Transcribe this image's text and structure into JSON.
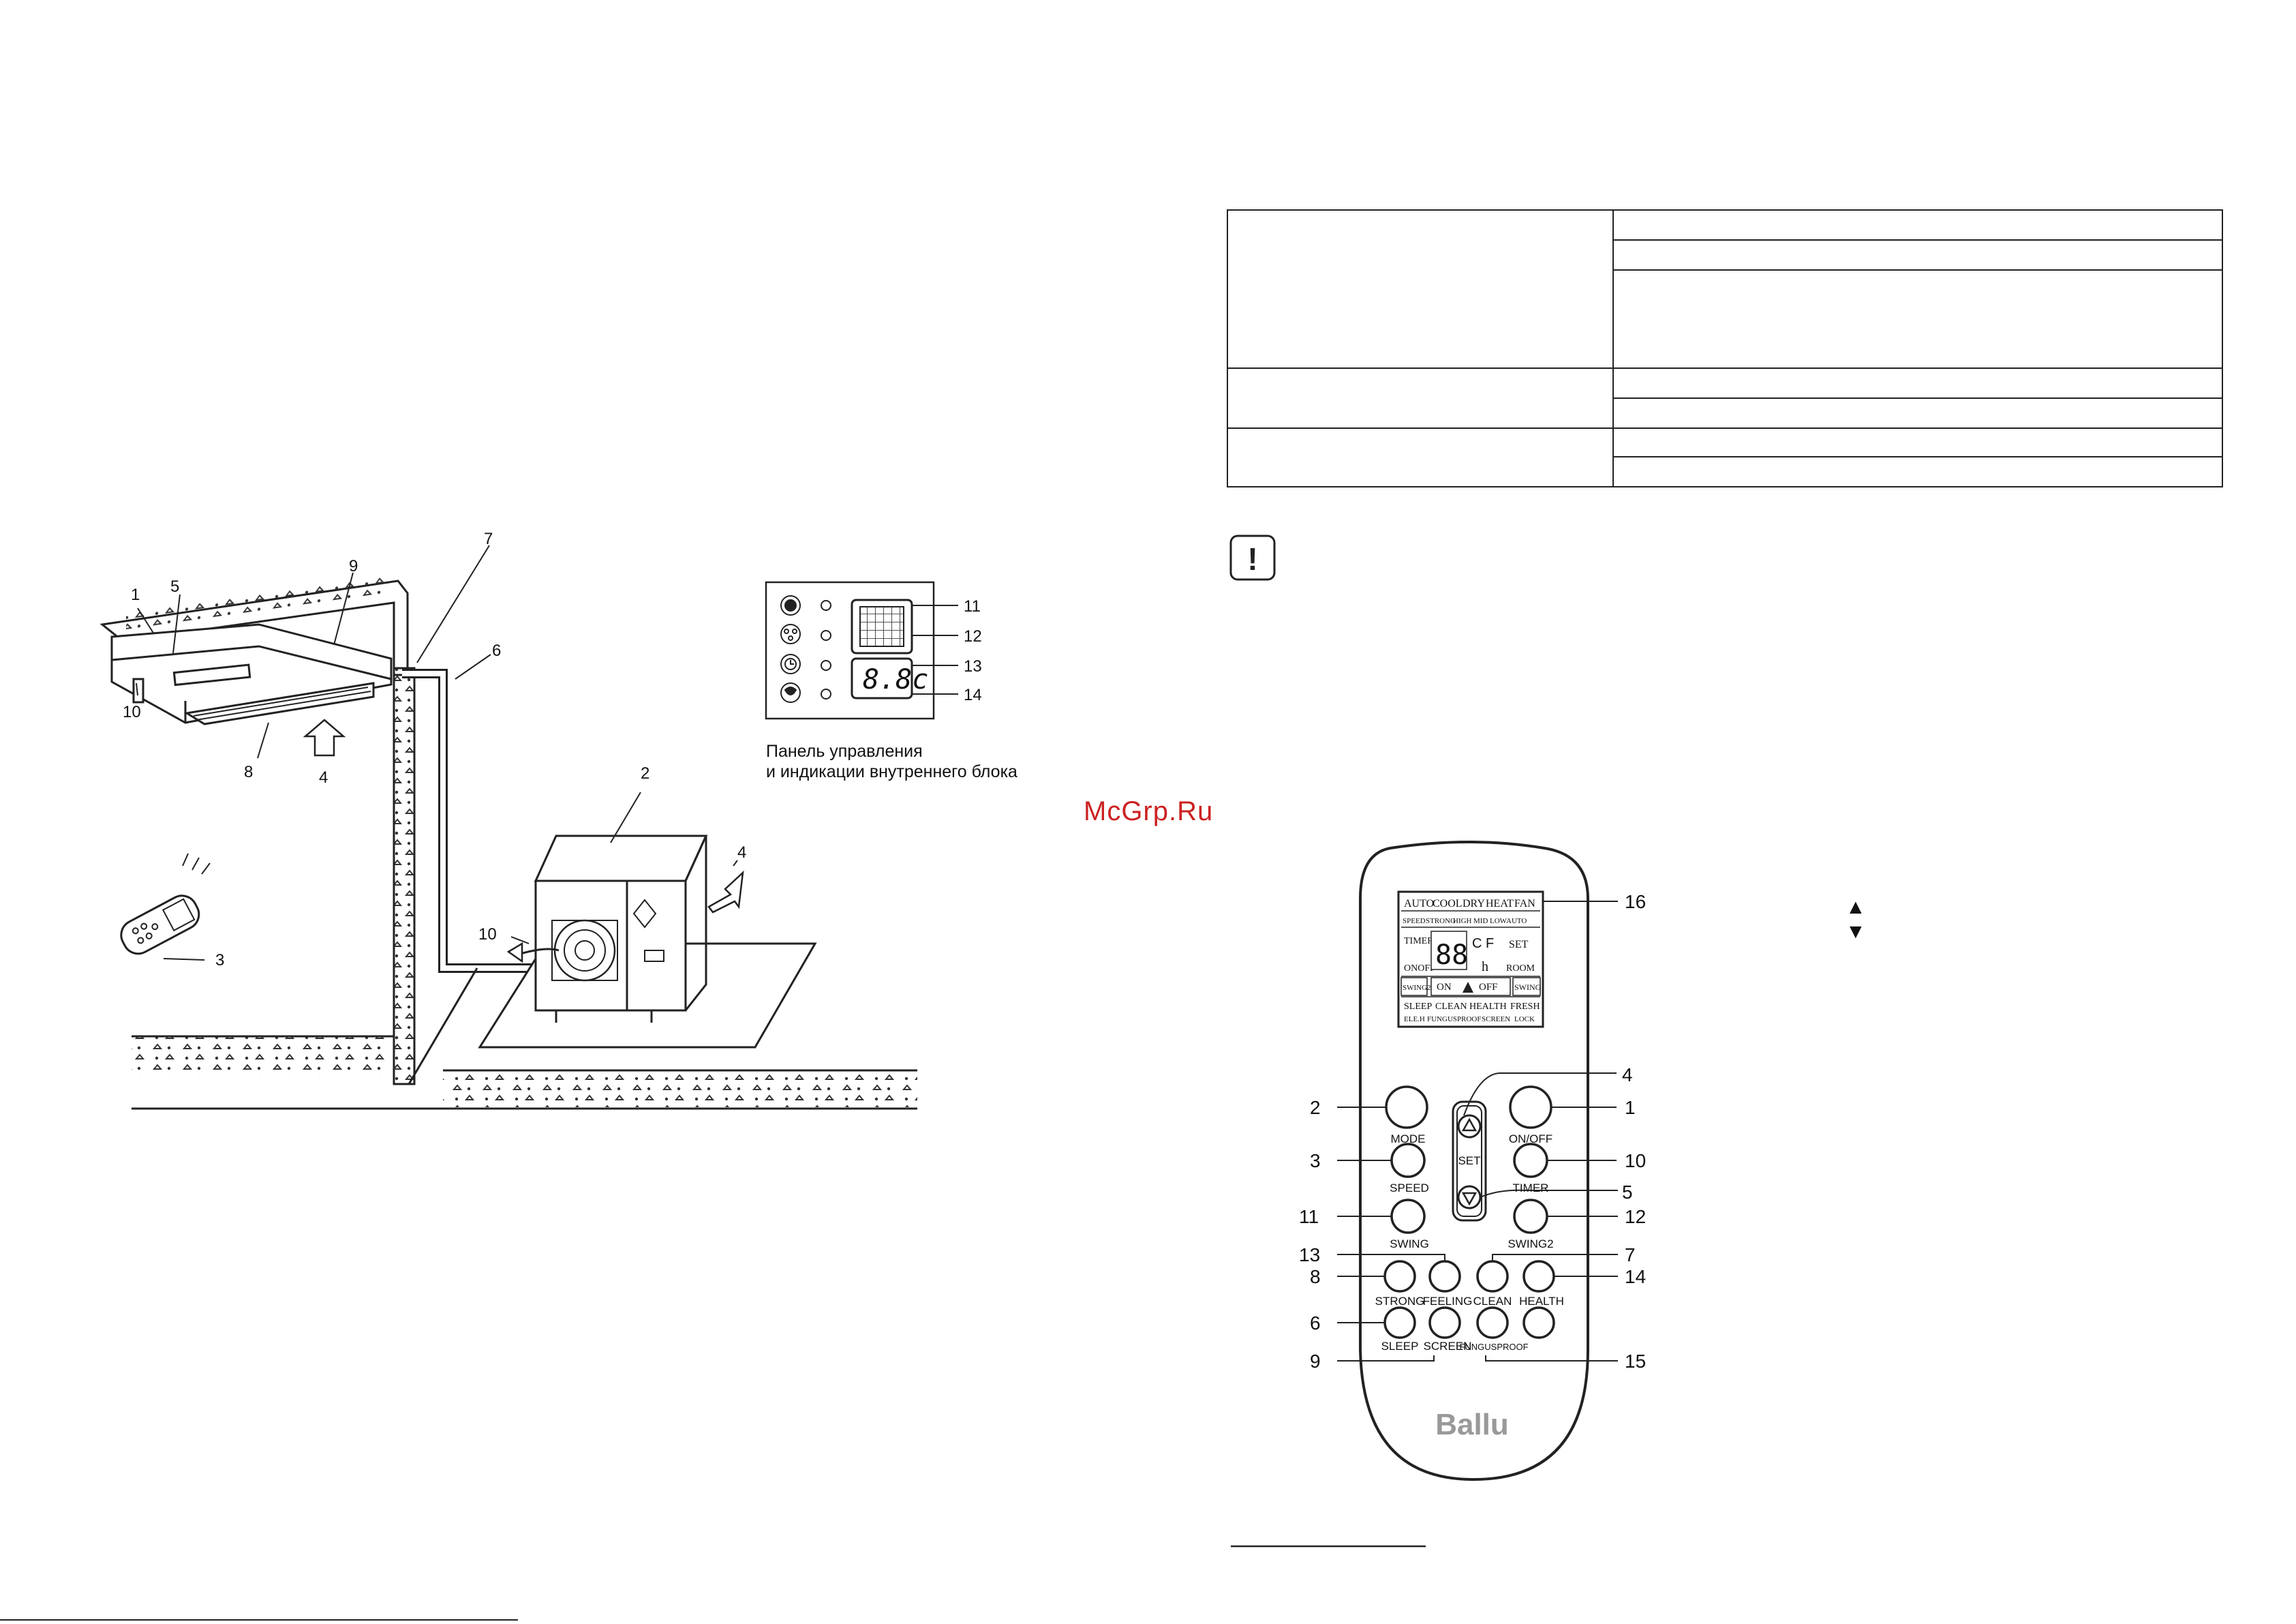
{
  "watermark": "McGrp.Ru",
  "panel_caption": {
    "line1": "Панель управления",
    "line2": "и индикации внутреннего блока"
  },
  "installation_callouts": [
    "1",
    "5",
    "9",
    "7",
    "6",
    "10",
    "8",
    "4",
    "3",
    "2",
    "4",
    "10"
  ],
  "panel_callouts": [
    "11",
    "12",
    "13",
    "14"
  ],
  "panel_display": "8.8c",
  "remote": {
    "brand": "Ballu",
    "lcd": {
      "row1": [
        "AUTO",
        "COOL",
        "DRY",
        "HEAT",
        "FAN"
      ],
      "row2": [
        "SPEED",
        "STRONG",
        "HIGH",
        "MID",
        "LOW",
        "AUTO"
      ],
      "timer": "TIMER",
      "onoff": "ONOFF",
      "cf": "C F",
      "set": "SET",
      "h": "h",
      "room": "ROOM",
      "swing2": "SWING2",
      "on": "ON",
      "off": "OFF",
      "swing": "SWING",
      "row5": [
        "SLEEP",
        "CLEAN",
        "HEALTH",
        "FRESH"
      ],
      "row6": [
        "ELE.H",
        "FUNGUSPROOF",
        "SCREEN",
        "LOCK"
      ]
    },
    "set_label": "SET",
    "buttons": {
      "mode": "MODE",
      "onoff": "ON/OFF",
      "speed": "SPEED",
      "timer": "TIMER",
      "swing": "SWING",
      "swing2": "SWING2",
      "strong": "STRONG",
      "feeling": "FEELING",
      "clean": "CLEAN",
      "health": "HEALTH",
      "sleep": "SLEEP",
      "screen": "SCREEN",
      "fungusproof": "FUNGUSPROOF"
    },
    "callouts": {
      "c16": "16",
      "c4": "4",
      "c2": "2",
      "c1": "1",
      "c3": "3",
      "c10": "10",
      "c5": "5",
      "c11": "11",
      "c12": "12",
      "c13": "13",
      "c7": "7",
      "c8": "8",
      "c14": "14",
      "c6": "6",
      "c9": "9",
      "c15": "15"
    }
  },
  "arrow_symbols": {
    "up": "▲",
    "down": "▼"
  },
  "warning_symbol": "!"
}
